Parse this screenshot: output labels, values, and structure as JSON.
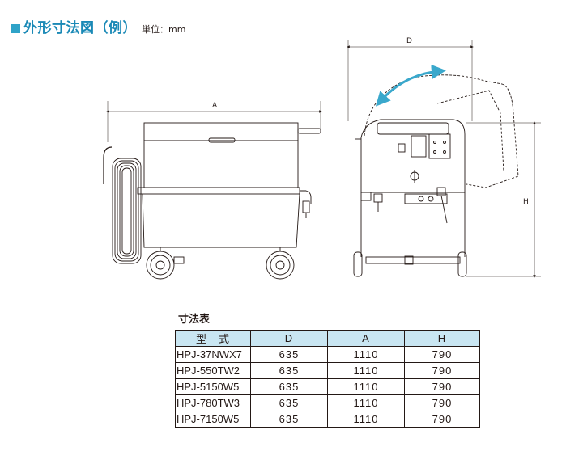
{
  "title": "外形寸法図（例）",
  "unit": {
    "label": "単位：",
    "value": "mm"
  },
  "drawing": {
    "dimension_labels": {
      "a": "A",
      "d": "D",
      "h": "H"
    },
    "colors": {
      "line": "#231815",
      "rotation_arrow": "#3aa8cc"
    }
  },
  "table": {
    "caption": "寸法表",
    "headers": [
      "型　式",
      "D",
      "A",
      "H"
    ],
    "rows": [
      [
        "HPJ-37NWX7",
        "635",
        "1110",
        "790"
      ],
      [
        "HPJ-550TW2",
        "635",
        "1110",
        "790"
      ],
      [
        "HPJ-5150W5",
        "635",
        "1110",
        "790"
      ],
      [
        "HPJ-780TW3",
        "635",
        "1110",
        "790"
      ],
      [
        "HPJ-7150W5",
        "635",
        "1110",
        "790"
      ]
    ],
    "header_color": "#c9e6f2"
  },
  "accent_color": "#1a89b6"
}
